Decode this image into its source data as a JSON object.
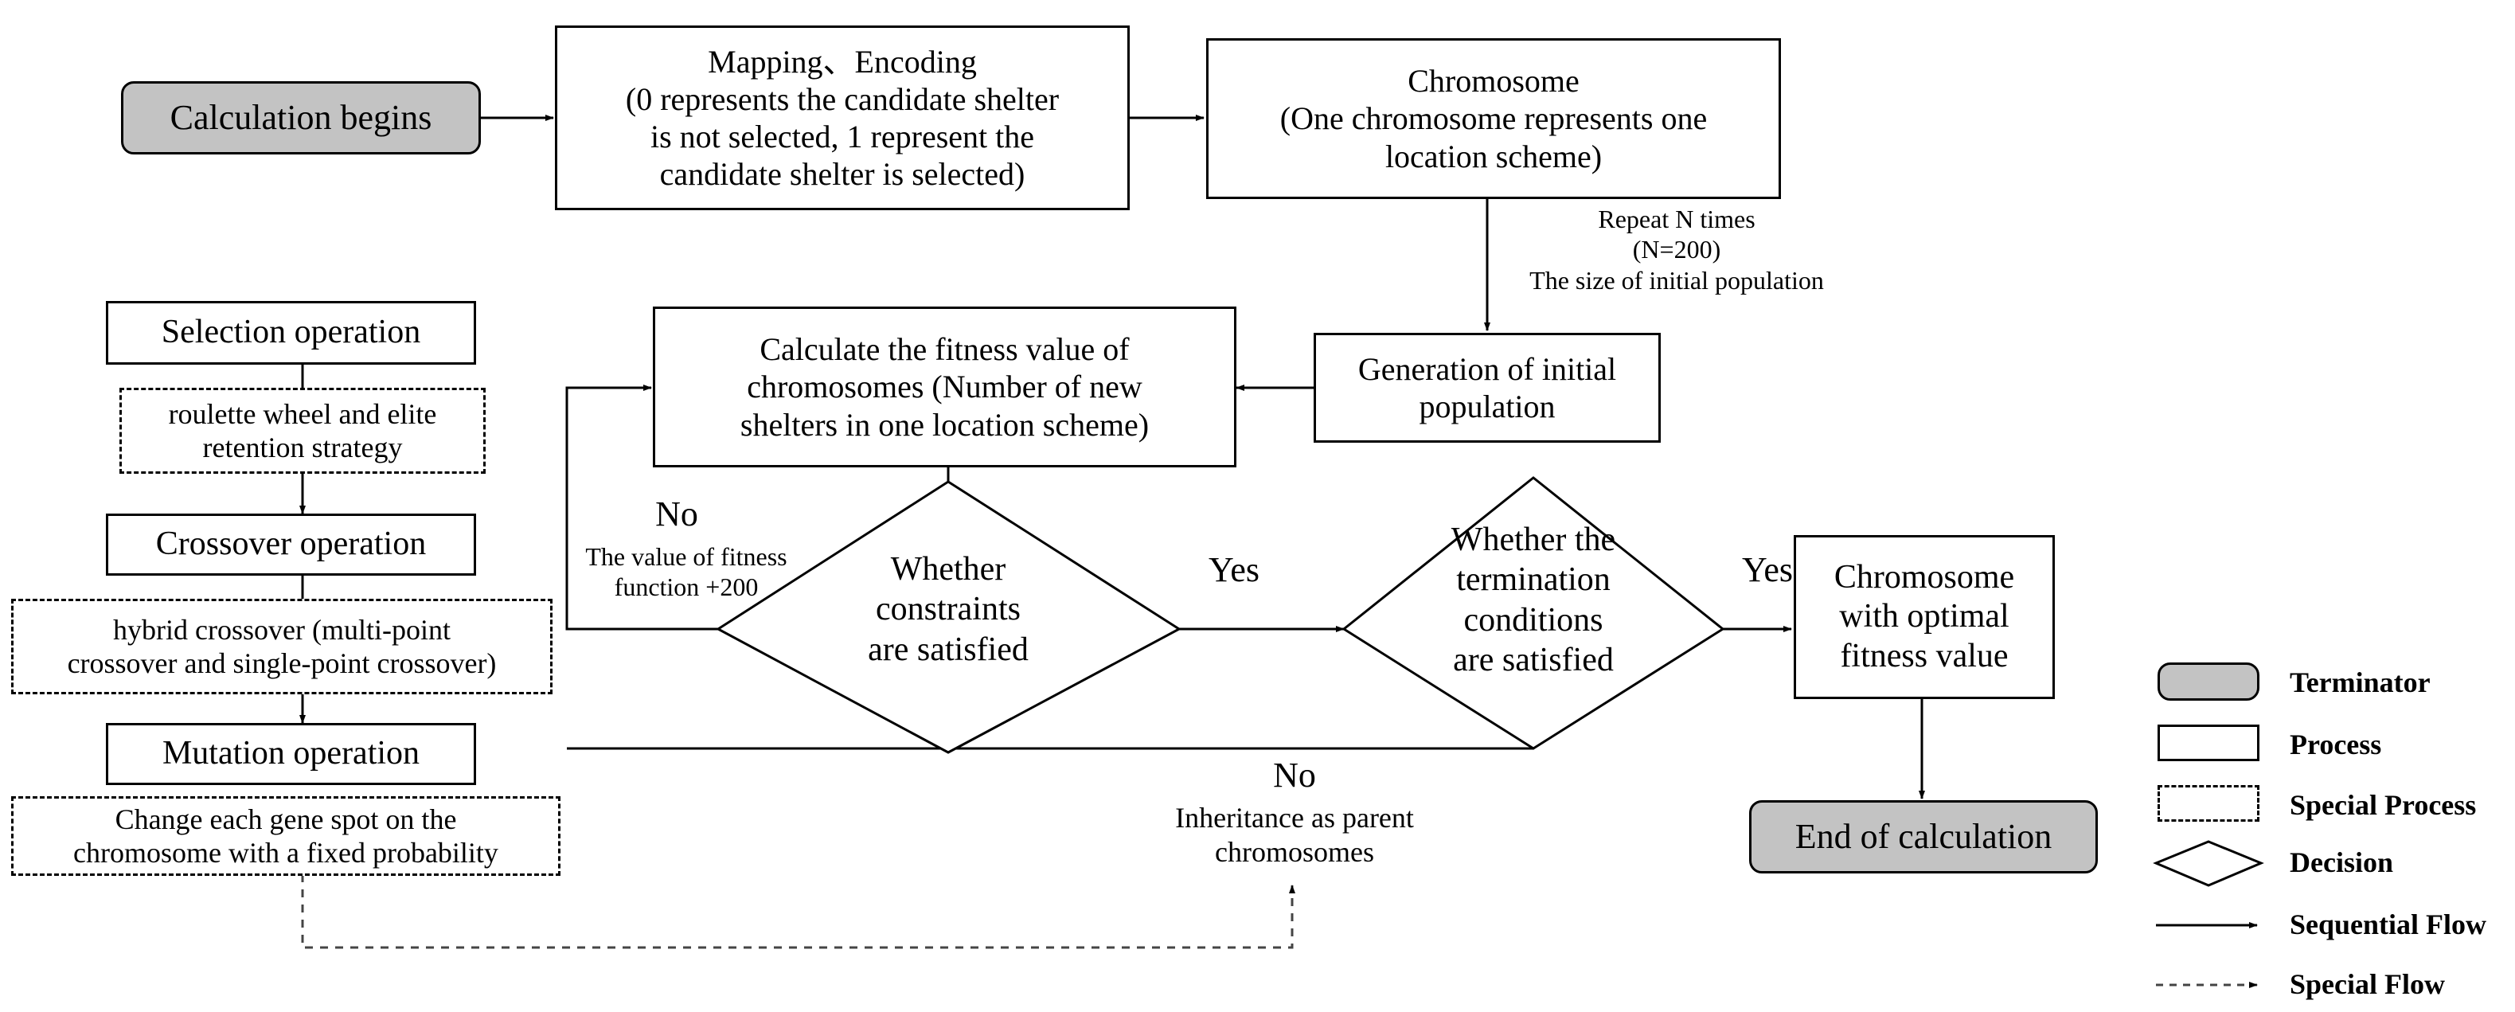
{
  "diagram": {
    "title": "Genetic algorithm flowchart for shelter location",
    "nodes": {
      "start": {
        "label": "Calculation begins",
        "type": "terminator"
      },
      "mapping": {
        "label": "Mapping、Encoding\n(0 represents  the candidate shelter\nis not selected, 1 represent the\ncandidate shelter is selected)",
        "type": "process"
      },
      "chromosome": {
        "label": "Chromosome\n(One chromosome represents one\nlocation scheme)",
        "type": "process"
      },
      "generation": {
        "label": "Generation of initial\npopulation",
        "type": "process"
      },
      "fitness": {
        "label": "Calculate the fitness value of\nchromosomes (Number of new\nshelters in one location scheme)",
        "type": "process"
      },
      "selection": {
        "label": "Selection operation",
        "type": "process"
      },
      "selection_note": {
        "label": "roulette wheel and elite\nretention strategy",
        "type": "special-process"
      },
      "crossover": {
        "label": "Crossover operation",
        "type": "process"
      },
      "crossover_note": {
        "label": "hybrid crossover (multi-point\ncrossover and single-point crossover)",
        "type": "special-process"
      },
      "mutation": {
        "label": "Mutation operation",
        "type": "process"
      },
      "mutation_note": {
        "label": "Change each gene spot on the\nchromosome with a fixed probability",
        "type": "special-process"
      },
      "constraints": {
        "label": "Whether\nconstraints\nare satisfied",
        "type": "decision"
      },
      "termination": {
        "label": "Whether the\ntermination\nconditions\nare satisfied",
        "type": "decision"
      },
      "optimal": {
        "label": "Chromosome\nwith optimal\nfitness value",
        "type": "process"
      },
      "end": {
        "label": "End of calculation",
        "type": "terminator"
      }
    },
    "annotations": {
      "repeat": "Repeat N times\n(N=200)\nThe size of initial population",
      "no_constraints": "No",
      "fitness_penalty": "The value of fitness\nfunction +200",
      "yes_constraints": "Yes",
      "yes_termination": "Yes",
      "no_termination": "No",
      "inheritance": "Inheritance as parent\nchromosomes"
    },
    "legend": {
      "items": [
        {
          "shape": "terminator",
          "label": "Terminator"
        },
        {
          "shape": "process",
          "label": "Process"
        },
        {
          "shape": "special-process",
          "label": "Special Process"
        },
        {
          "shape": "decision",
          "label": "Decision"
        },
        {
          "shape": "sequential-flow",
          "label": "Sequential Flow"
        },
        {
          "shape": "special-flow",
          "label": "Special Flow"
        }
      ]
    },
    "colors": {
      "terminator_fill": "#c3c3c3",
      "stroke": "#000000",
      "background": "#ffffff"
    }
  }
}
